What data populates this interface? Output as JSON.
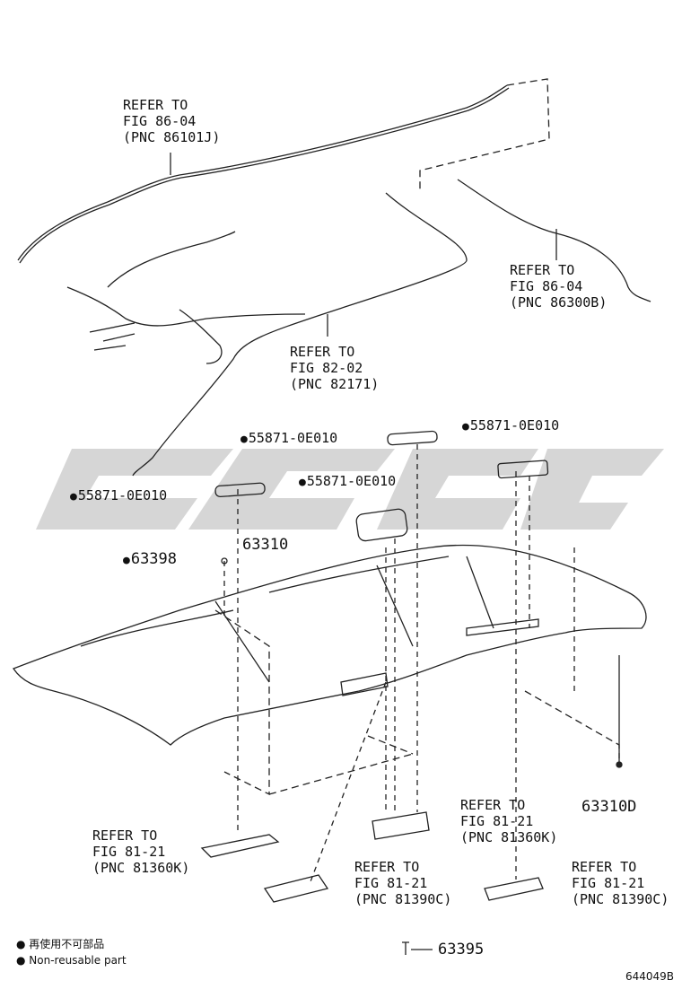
{
  "callouts": {
    "wire_roof_left": [
      "REFER TO",
      "FIG 86-04",
      "(PNC 86101J)"
    ],
    "wire_roof_right": [
      "REFER TO",
      "FIG 86-04",
      "(PNC 86300B)"
    ],
    "wire_center": [
      "REFER TO",
      "FIG 82-02",
      "(PNC 82171)"
    ],
    "lamp_left": [
      "REFER TO",
      "FIG 81-21",
      "(PNC 81360K)"
    ],
    "lamp_center_right": [
      "REFER TO",
      "FIG 81-21",
      "(PNC 81360K)"
    ],
    "lamp_center": [
      "REFER TO",
      "FIG 81-21",
      "(PNC 81390C)"
    ],
    "lamp_right": [
      "REFER TO",
      "FIG 81-21",
      "(PNC 81390C)"
    ]
  },
  "parts": {
    "bracket_top_center": "55871-0E010",
    "bracket_top_right": "55871-0E010",
    "bracket_middle": "55871-0E010",
    "bracket_left": "55871-0E010",
    "clip": "63398",
    "headliner": "63310",
    "headliner_d": "63310D",
    "screw": "63395"
  },
  "legend": {
    "chinese": "再使用不可部品",
    "english": "Non-reusable part"
  },
  "figure_code": "644049B",
  "colors": {
    "line": "#222222",
    "watermark": "#c8c8c8"
  }
}
